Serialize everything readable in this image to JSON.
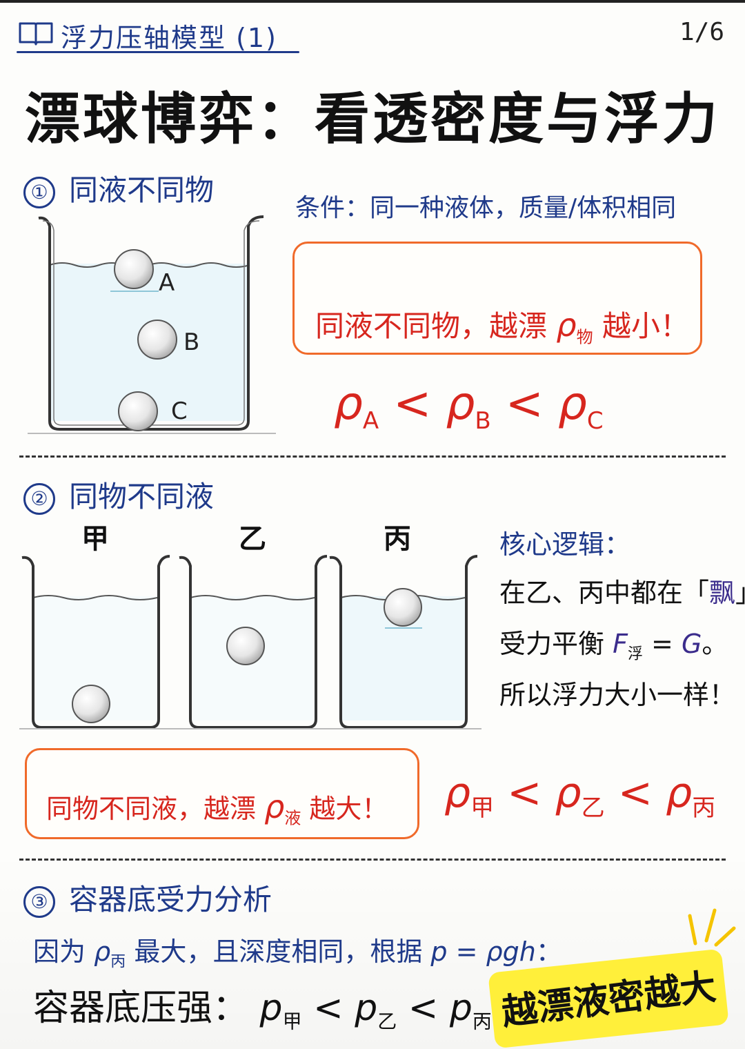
{
  "header": {
    "series_title": "浮力压轴模型 (1)",
    "page": "1/6",
    "icon": "book-icon"
  },
  "title": "漂球博弈：看透密度与浮力",
  "section1": {
    "number": "①",
    "heading": "同液不同物",
    "condition": "条件：同一种液体，质量/体积相同",
    "conclusion_prefix": "同液不同物，越漂",
    "conclusion_rho": "ρ",
    "conclusion_sub": "物",
    "conclusion_suffix": "越小！",
    "balls": [
      "A",
      "B",
      "C"
    ],
    "inequality": {
      "rho": "ρ",
      "s1": "A",
      "s2": "B",
      "s3": "C",
      "lt": "<"
    }
  },
  "section2": {
    "number": "②",
    "heading": "同物不同液",
    "beakers": [
      "甲",
      "乙",
      "丙"
    ],
    "core_title": "核心逻辑：",
    "core_line1_a": "在乙、丙中都在「",
    "core_line1_b": "飘",
    "core_line1_c": "」，",
    "core_line2_a": "受力平衡 ",
    "core_line2_F": "F",
    "core_line2_sub": "浮",
    "core_line2_b": " = ",
    "core_line2_G": "G",
    "core_line2_c": "。",
    "core_line3": "所以浮力大小一样！",
    "conclusion_prefix": "同物不同液，越漂",
    "conclusion_rho": "ρ",
    "conclusion_sub": "液",
    "conclusion_suffix": "越大！",
    "inequality": {
      "rho": "ρ",
      "s1": "甲",
      "s2": "乙",
      "s3": "丙",
      "lt": "<"
    }
  },
  "section3": {
    "number": "③",
    "heading": "容器底受力分析",
    "sentence_a": "因为 ",
    "sentence_rho": "ρ",
    "sentence_sub": "丙",
    "sentence_b": " 最大，且深度相同，根据 ",
    "sentence_formula": "p = ρgh",
    "sentence_c": "：",
    "pressure_label": "容器底压强：",
    "p": "p",
    "s1": "甲",
    "s2": "乙",
    "s3": "丙",
    "lt": "<",
    "highlight": "越漂液密越大"
  },
  "colors": {
    "blue": "#1f3a8a",
    "red": "#d7261e",
    "orange_border": "#f06a2a",
    "highlight_yellow": "#ffef3a"
  }
}
